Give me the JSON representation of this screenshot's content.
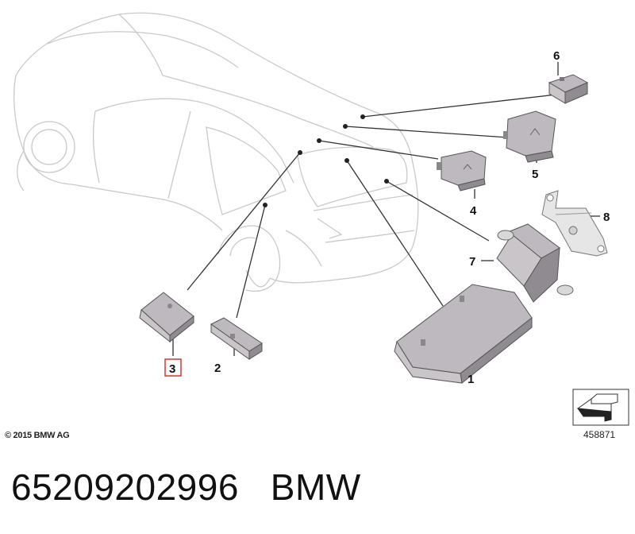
{
  "diagram": {
    "callouts": [
      {
        "id": "1",
        "label": "1"
      },
      {
        "id": "2",
        "label": "2"
      },
      {
        "id": "3",
        "label": "3",
        "highlighted": true,
        "highlight_color": "#e0322c"
      },
      {
        "id": "4",
        "label": "4"
      },
      {
        "id": "5",
        "label": "5"
      },
      {
        "id": "6",
        "label": "6"
      },
      {
        "id": "7",
        "label": "7"
      },
      {
        "id": "8",
        "label": "8"
      }
    ],
    "icons": {
      "vehicle": "car-rear-outline-icon",
      "part_module": "electronic-control-module-icon",
      "bracket": "mounting-bracket-icon",
      "view_direction": "view-direction-arrow-icon"
    }
  },
  "copyright": "© 2015 BMW AG",
  "reference_number": "458871",
  "caption": {
    "part_number": "65209202996",
    "brand": "BMW"
  }
}
